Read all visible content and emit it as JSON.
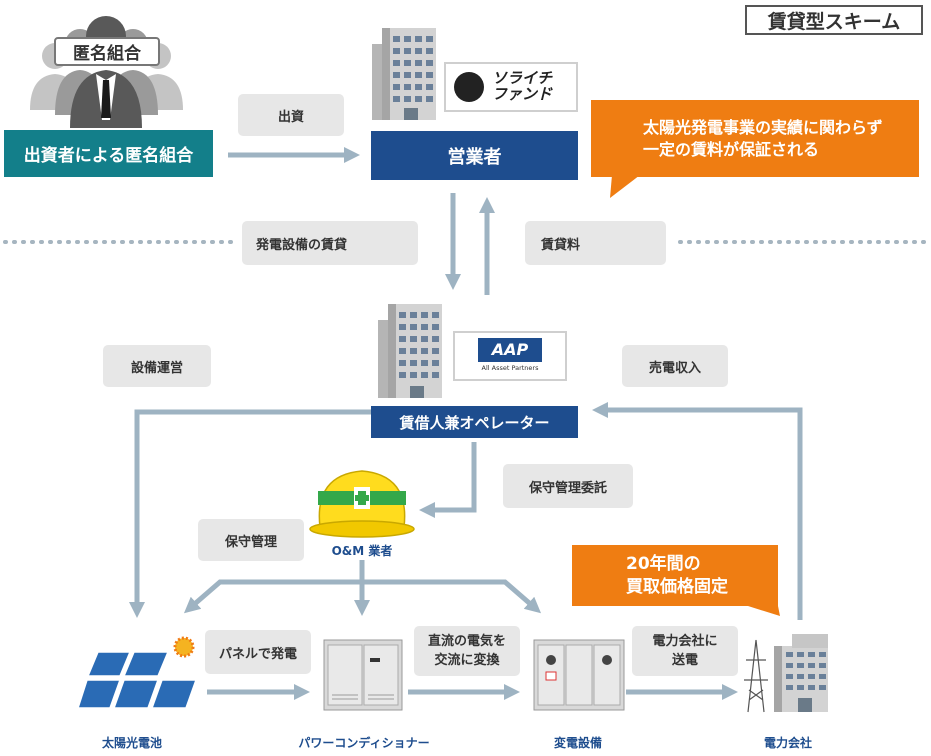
{
  "title": "賃貸型スキーム",
  "investors": {
    "badge": "匿名組合",
    "label": "出資者による匿名組合"
  },
  "operator": {
    "label": "営業者",
    "logo_line1": "ソライチ",
    "logo_line2": "ファンド"
  },
  "lessee": {
    "label": "賃借人兼オペレーター",
    "logo_text": "AAP",
    "logo_sub": "All Asset Partners"
  },
  "flows": {
    "investment": "出資",
    "equipment_lease": "発電設備の賃貸",
    "rent": "賃貸料",
    "operation": "設備運営",
    "power_revenue": "売電収入",
    "maintenance_commission": "保守管理委託",
    "maintenance": "保守管理",
    "generate": "パネルで発電",
    "dc_to_ac_1": "直流の電気を",
    "dc_to_ac_2": "交流に変換",
    "to_utility_1": "電力会社に",
    "to_utility_2": "送電"
  },
  "callouts": {
    "guarantee_1": "太陽光発電事業の実績に関わらず",
    "guarantee_2": "一定の賃料が保証される",
    "fixed_price_1": "20年間の",
    "fixed_price_2": "買取価格固定"
  },
  "om": {
    "label": "O&M 業者"
  },
  "nodes": {
    "solar": "太陽光電池",
    "pcs": "パワーコンディショナー",
    "substation": "変電設備",
    "utility": "電力会社"
  },
  "colors": {
    "navy": "#1e4d8e",
    "teal": "#137f8a",
    "orange": "#ef7d12",
    "arrow_gray": "#9eb3c2",
    "bubble_gray": "#e7e7e7"
  }
}
